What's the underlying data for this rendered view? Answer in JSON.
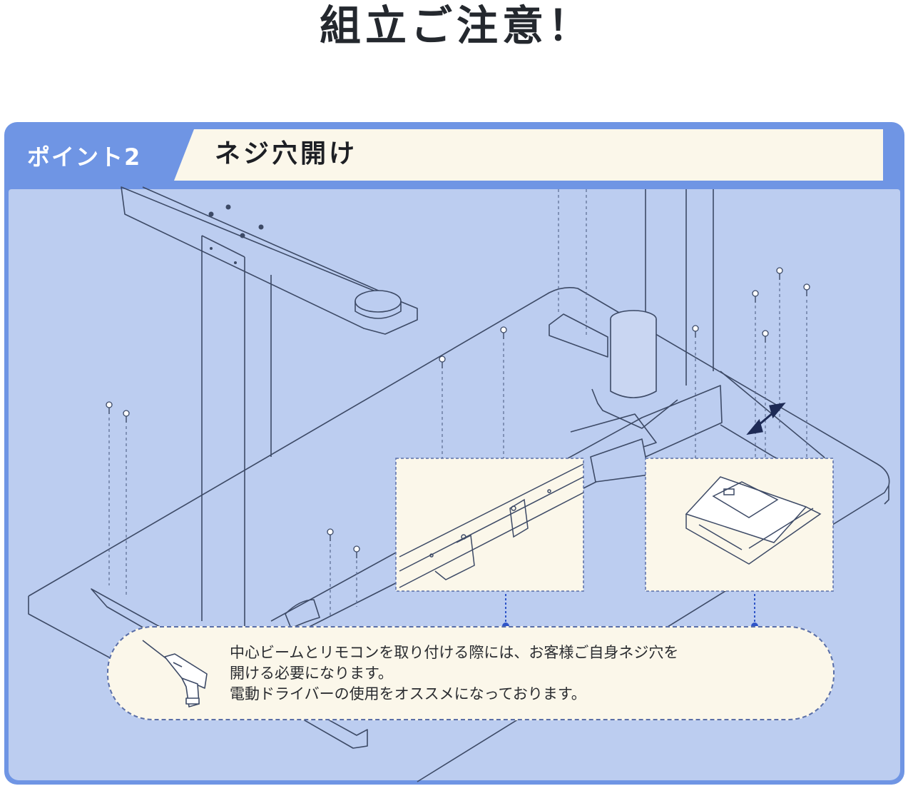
{
  "page": {
    "title": "組立ご注意！"
  },
  "panel": {
    "point_label": "ポイント2",
    "heading": "ネジ穴開け"
  },
  "note": {
    "lines": [
      "中心ビームとリモコンを取り付ける際には、お客様ご自身ネジ穴を",
      "開ける必要になります。",
      "電動ドライバーの使用をオススメになっております。"
    ],
    "icon": "power-drill-icon"
  },
  "colors": {
    "panel_blue": "#6f95e4",
    "panel_light": "#bccdf0",
    "cream": "#fbf7ea",
    "marker": "#2f55c8"
  }
}
